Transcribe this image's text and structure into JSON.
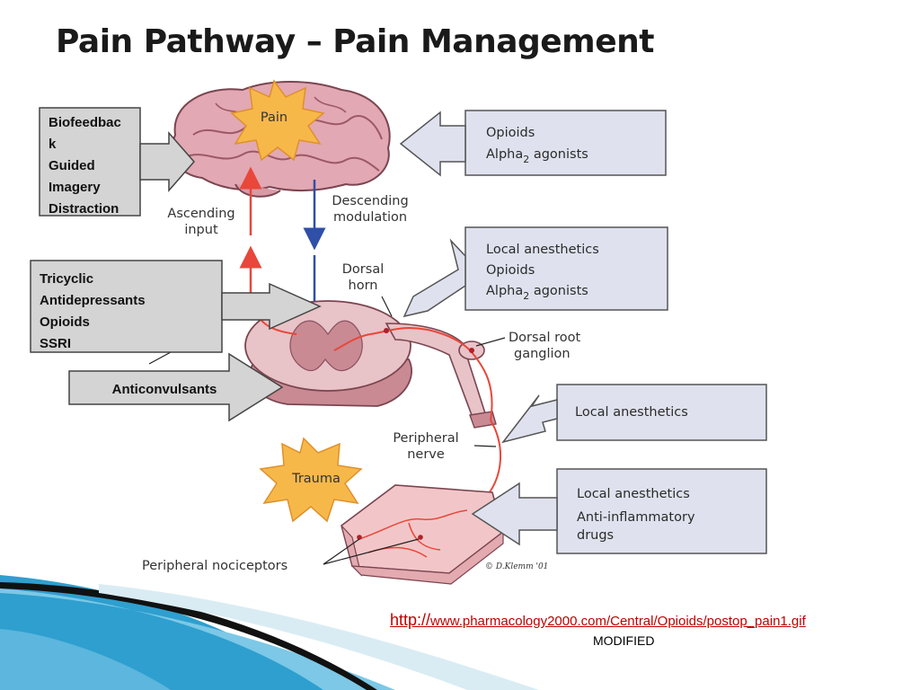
{
  "slide": {
    "title": "Pain Pathway – Pain Management",
    "source_link_protocol": "http://",
    "source_link_rest": "www.pharmacology2000.com/Central/Opioids/postop_pain1.gif",
    "modified_label": "MODIFIED"
  },
  "diagram": {
    "pain_star_label": "Pain",
    "trauma_star_label": "Trauma",
    "ascending_line1": "Ascending",
    "ascending_line2": "input",
    "descending_line1": "Descending",
    "descending_line2": "modulation",
    "dorsal_horn_line1": "Dorsal",
    "dorsal_horn_line2": "horn",
    "drg_line1": "Dorsal root",
    "drg_line2": "ganglion",
    "peripheral_nerve_line1": "Peripheral",
    "peripheral_nerve_line2": "nerve",
    "peripheral_nociceptors": "Peripheral nociceptors",
    "credit": "© D.Klemm '01"
  },
  "drug_boxes": {
    "box1_line1": "Opioids",
    "box1_line2_base": "Alpha",
    "box1_line2_sub": "2",
    "box1_line2_tail": " agonists",
    "box2_line1": "Local anesthetics",
    "box2_line2": "Opioids",
    "box2_line3_base": "Alpha",
    "box2_line3_sub": "2",
    "box2_line3_tail": " agonists",
    "box3_line1": "Local anesthetics",
    "box4_line1": "Local anesthetics",
    "box4_line2": "Anti-inflammatory",
    "box4_line3": "drugs"
  },
  "intervention_boxes": {
    "behavioral": [
      "Biofeedbac",
      "k",
      "Guided",
      "Imagery",
      "Distraction"
    ],
    "spinal": [
      "Tricyclic",
      "Antidepressants",
      "Opioids",
      "SSRI"
    ],
    "anticonvulsants": "Anticonvulsants"
  },
  "colors": {
    "ascending_arrow": "#e8473a",
    "descending_arrow": "#2f4fa8",
    "star_fill": "#f7b84a",
    "brain_fill": "#e2a8b3",
    "gray_box": "#d4d4d4",
    "blue_box": "#dfe2ee"
  }
}
